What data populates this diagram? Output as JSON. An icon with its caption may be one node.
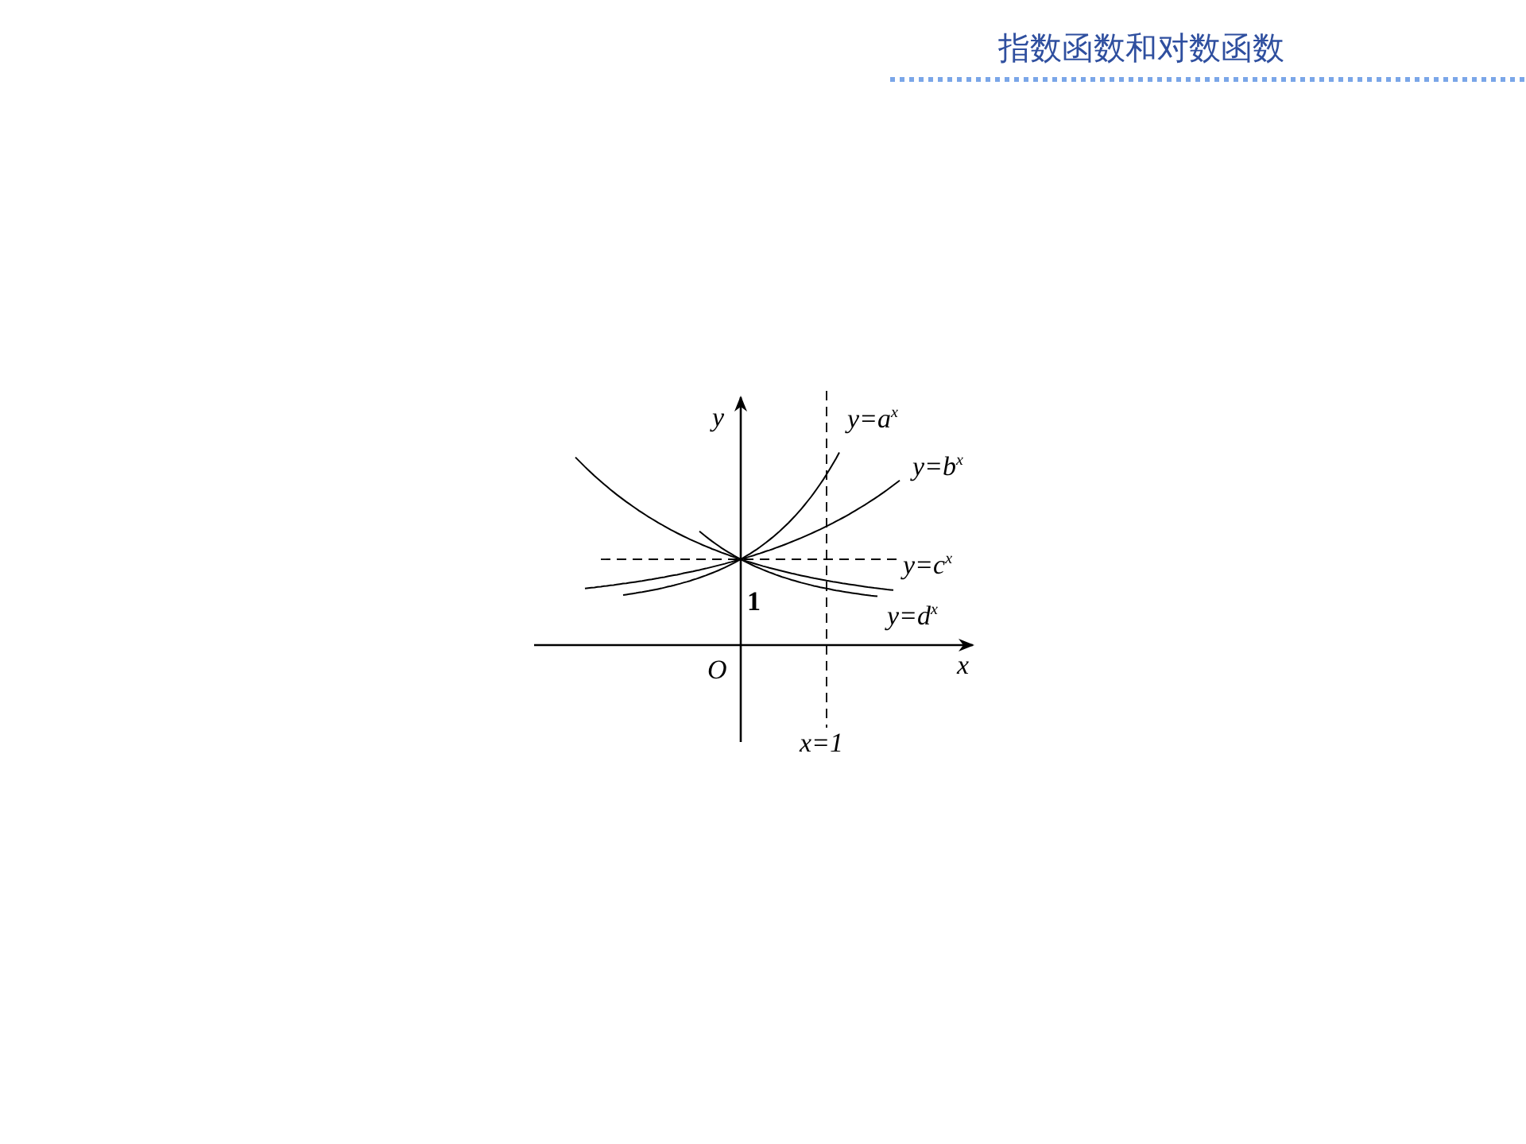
{
  "diagram": {
    "title": "指数函数和对数函数",
    "labels": [
      "y",
      "y=a$^{x}$",
      "y=b$^{x}$",
      "y=c$^{x}$",
      "1",
      "y=d$^{x}$",
      "O",
      "x",
      "x=1"
    ]
  }
}
